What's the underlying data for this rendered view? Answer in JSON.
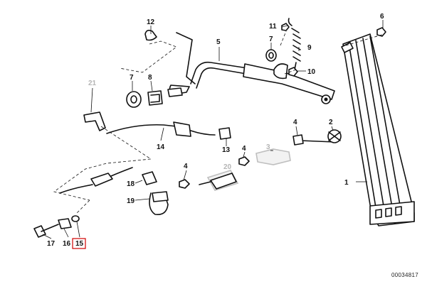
{
  "callouts": {
    "c1": "1",
    "c2": "2",
    "c3": "3",
    "c4a": "4",
    "c4b": "4",
    "c4c": "4",
    "c5": "5",
    "c6": "6",
    "c7": "7",
    "c8": "8",
    "c9": "9",
    "c10": "10",
    "c11": "11",
    "c12": "12",
    "c13": "13",
    "c14": "14",
    "c15": "15",
    "c16": "16",
    "c17": "17",
    "c18": "18",
    "c19": "19",
    "c20": "20",
    "c21": "21"
  },
  "document_number": "00034817",
  "colors": {
    "lines": "#111111",
    "highlight": "#d00000",
    "ghost": "#bfbfbf"
  }
}
